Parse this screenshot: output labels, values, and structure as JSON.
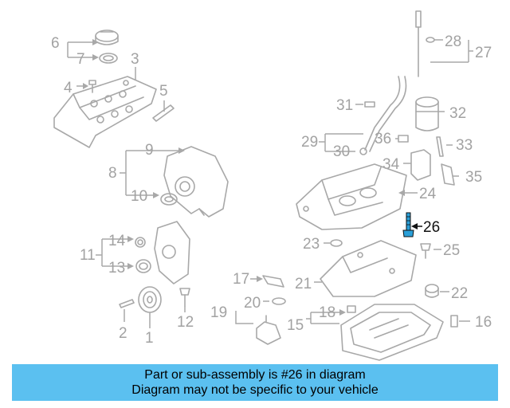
{
  "colors": {
    "banner_bg": "#5bc0f0",
    "highlight": "#2a9fd8",
    "line_art": "#a8a8a8",
    "label": "#a2a2a2"
  },
  "labels": {
    "n1": "1",
    "n2": "2",
    "n3": "3",
    "n4": "4",
    "n5": "5",
    "n6": "6",
    "n7": "7",
    "n8": "8",
    "n9": "9",
    "n10": "10",
    "n11": "11",
    "n12": "12",
    "n13": "13",
    "n14": "14",
    "n15": "15",
    "n16": "16",
    "n17": "17",
    "n18": "18",
    "n19": "19",
    "n20": "20",
    "n21": "21",
    "n22": "22",
    "n23": "23",
    "n24": "24",
    "n25": "25",
    "n26": "26",
    "n27": "27",
    "n28": "28",
    "n29": "29",
    "n30": "30",
    "n31": "31",
    "n32": "32",
    "n33": "33",
    "n34": "34",
    "n35": "35",
    "n36": "36"
  },
  "banner": {
    "line1": "Part or sub-assembly is #26 in diagram",
    "line2": "Diagram may not be specific to your vehicle"
  }
}
